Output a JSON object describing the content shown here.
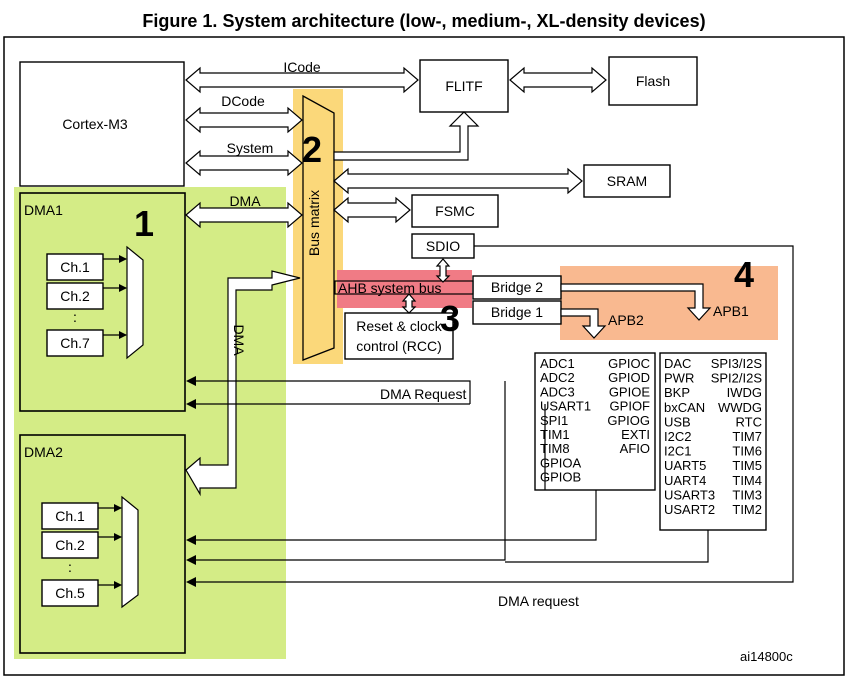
{
  "title": "Figure 1. System architecture (low-, medium-, XL-density devices)",
  "colors": {
    "green": "#d4ec86",
    "yellow": "#fbd87a",
    "orange": "#f9b990",
    "red": "#f07b85"
  },
  "blocks": {
    "cortex": "Cortex-M3",
    "flitf": "FLITF",
    "flash": "Flash",
    "sram": "SRAM",
    "fsmc": "FSMC",
    "sdio": "SDIO",
    "bridge2": "Bridge  2",
    "bridge1": "Bridge  1",
    "rcc_line1": "Reset & clock",
    "rcc_line2": "control (RCC)",
    "dma1": "DMA1",
    "dma2": "DMA2",
    "bus_matrix": "Bus matrix",
    "ahb": "AHB system bus",
    "apb1": "APB1",
    "apb2": "APB2"
  },
  "buses": {
    "icode": "ICode",
    "dcode": "DCode",
    "system": "System",
    "dma": "DMA",
    "dma_vertical": "DMA"
  },
  "numbers": [
    "1",
    "2",
    "3",
    "4"
  ],
  "dma1_channels": [
    "Ch.1",
    "Ch.2",
    "Ch.7"
  ],
  "dma2_channels": [
    "Ch.1",
    "Ch.2",
    "Ch.5"
  ],
  "channel_dots": ".\n.\n.",
  "apb2_left": [
    "ADC1",
    "ADC2",
    "ADC3",
    "USART1",
    "SPI1",
    "TIM1",
    "TIM8",
    "GPIOA",
    "GPIOB"
  ],
  "apb2_right": [
    "GPIOC",
    "GPIOD",
    "GPIOE",
    "GPIOF",
    "GPIOG",
    "EXTI",
    "AFIO"
  ],
  "apb1_left": [
    "DAC",
    "PWR",
    "BKP",
    "bxCAN",
    "USB",
    "I2C2",
    "I2C1",
    "UART5",
    "UART4",
    "USART3",
    "USART2"
  ],
  "apb1_right": [
    "SPI3/I2S",
    "SPI2/I2S",
    "IWDG",
    "WWDG",
    "RTC",
    "TIM7",
    "TIM6",
    "TIM5",
    "TIM4",
    "TIM3",
    "TIM2"
  ],
  "dma_request_upper": "DMA Request",
  "dma_request_lower": "DMA request",
  "figure_id": "ai14800c"
}
